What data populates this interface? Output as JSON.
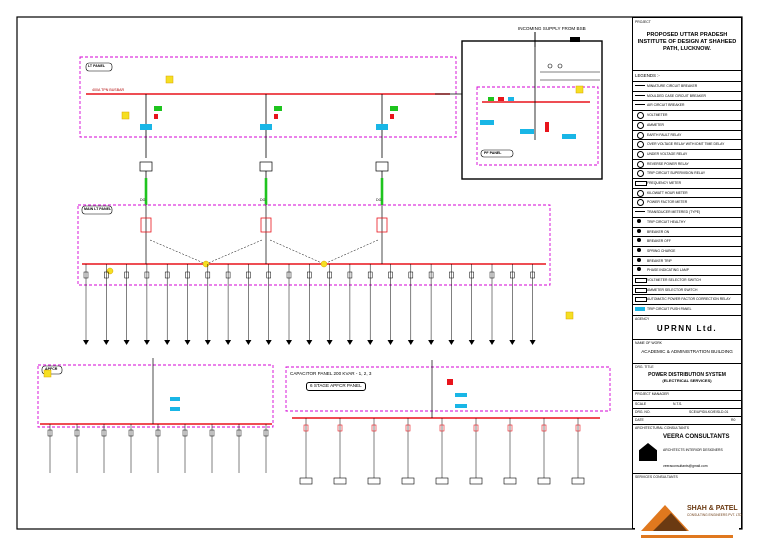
{
  "titles": {
    "incoming_supply": "INCOMING SUPPLY FROM BSB",
    "panel_a": "LT PANEL",
    "panel_b": "MAIN LT PANEL",
    "panel_c": "PF PANEL",
    "panel_d": "APFCR",
    "panel_e_1": "CAPACITOR PANEL 200 KVAR - 1, 2, 3",
    "panel_e_2": "6 STAGE APFCR PANEL",
    "bus_label_top": "400A TPN BUSBAR"
  },
  "feeder_captions": [
    "DG",
    "DG",
    "DG"
  ],
  "project": {
    "caption": "PROJECT",
    "name_1": "PROPOSED UTTAR PRADESH",
    "name_2": "INSTITUTE OF DESIGN AT SHAHEED",
    "name_3": "PATH, LUCKNOW."
  },
  "legend": {
    "heading": "LEGENDS :-",
    "items": [
      {
        "label": "MINIATURE CIRCUIT BREAKER",
        "icon": "mcb-symbol"
      },
      {
        "label": "MOULDED CASE CIRCUIT BREAKER",
        "icon": "mccb-symbol"
      },
      {
        "label": "AIR CIRCUIT BREAKER",
        "icon": "acb-symbol"
      },
      {
        "label": "VOLTMETER",
        "icon": "voltmeter-symbol"
      },
      {
        "label": "AMMETER",
        "icon": "ammeter-symbol"
      },
      {
        "label": "EARTH FAULT RELAY",
        "icon": "relay-symbol"
      },
      {
        "label": "OVER VOLTAGE RELAY WITH IDMT TIME DELAY",
        "icon": "relay-symbol"
      },
      {
        "label": "UNDER VOLTAGE RELAY",
        "icon": "relay-symbol"
      },
      {
        "label": "REVERSE POWER RELAY",
        "icon": "relay-symbol"
      },
      {
        "label": "TRIP CIRCUIT SUPERVISION RELAY",
        "icon": "relay-symbol"
      },
      {
        "label": "FREQUENCY METER",
        "icon": "meter-box-symbol"
      },
      {
        "label": "KILOWATT HOUR METER",
        "icon": "meter-circle-symbol"
      },
      {
        "label": "POWER FACTOR METER",
        "icon": "meter-circle-symbol"
      },
      {
        "label": "TRANSDUCER METERED (TYPE)",
        "icon": "ct-symbol"
      },
      {
        "label": "TRIP CIRCUIT HEALTHY",
        "icon": "lamp-symbol"
      },
      {
        "label": "BREAKER ON",
        "icon": "lamp-symbol"
      },
      {
        "label": "BREAKER OFF",
        "icon": "lamp-symbol"
      },
      {
        "label": "SPRING CHARGE",
        "icon": "lamp-symbol"
      },
      {
        "label": "BREAKER TRIP",
        "icon": "lamp-symbol"
      },
      {
        "label": "PHASE INDICATING LAMP",
        "icon": "lamp-symbol"
      },
      {
        "label": "VOLTMETER SELECTOR SWITCH",
        "icon": "switch-symbol"
      },
      {
        "label": "AMMETER SELECTOR SWITCH",
        "icon": "switch-symbol"
      },
      {
        "label": "AUTOMATIC POWER FACTOR CORRECTION RELAY",
        "icon": "apfc-symbol"
      },
      {
        "label": "TRIP CIRCUIT PUSH PANEL",
        "icon": "tcp-symbol"
      }
    ]
  },
  "agency": {
    "caption": "AGENCY",
    "name": "UPRNN Ltd."
  },
  "building": {
    "caption": "NAME OF WORK",
    "name": "ACADEMIC & ADMINISTRATION BUILDING"
  },
  "drawing": {
    "caption": "DRG. TITLE",
    "name_1": "POWER DISTRIBUTION SYSTEM",
    "name_2": "(ELECTRICAL SERVICES)"
  },
  "meta": {
    "caption": "PROJECT MANAGER",
    "scale_caption": "SCALE",
    "scale": "N.T.S.",
    "drg_no_caption": "DRG. NO.",
    "drg_no": "SCE/UPID/LKO/E/SLD-01",
    "date_caption": "DATE",
    "date": "",
    "rev": "R0"
  },
  "architect": {
    "caption": "ARCHITECTURAL CONSULTANTS",
    "name": "VEERA CONSULTANTS",
    "line_1": "ARCHITECTS INTERIOR DESIGNERS",
    "email": "veeraconsultants@gmail.com"
  },
  "services": {
    "caption": "SERVICES CONSULTANTS",
    "name_1": "SHAH & PATEL",
    "name_2": "CONSULTING ENGINEERS PVT. LTD."
  },
  "colors": {
    "busbar": "#e8141c",
    "panel_boundary": "#d400d4",
    "feeder_green": "#1ec41e",
    "meter_cyan": "#19b6e6",
    "tag_yellow": "#f5df22",
    "line_black": "#000000",
    "logo_orange": "#e0781e",
    "logo_dark": "#6b3a12"
  }
}
